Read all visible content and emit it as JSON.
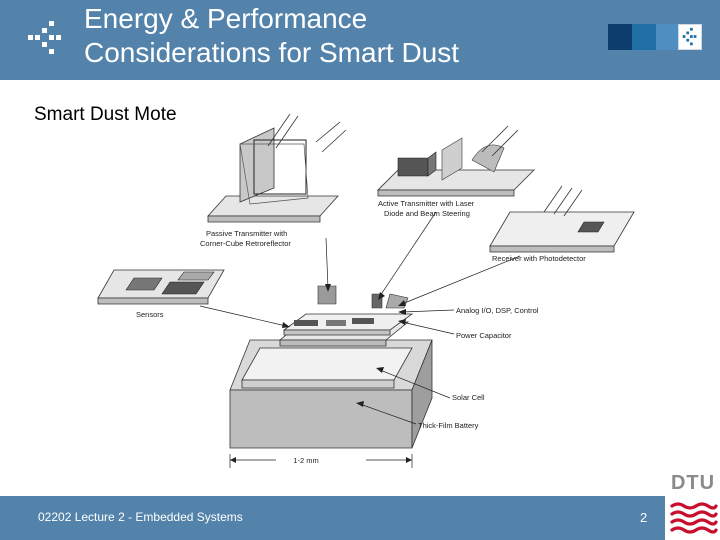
{
  "slide": {
    "title_line1": "Energy & Performance",
    "title_line2": "Considerations for Smart Dust",
    "subtitle": "Smart Dust Mote"
  },
  "diagram": {
    "labels": {
      "passive_tx_1": "Passive Transmitter with",
      "passive_tx_2": "Corner-Cube Retroreflector",
      "active_tx_1": "Active Transmitter with Laser",
      "active_tx_2": "Diode and Beam Steering",
      "receiver": "Receiver with Photodetector",
      "sensors": "Sensors",
      "analog": "Analog I/O, DSP, Control",
      "power": "Power Capacitor",
      "solar": "Solar Cell",
      "battery": "Thick-Film Battery",
      "dimension": "1-2 mm"
    }
  },
  "footer": {
    "course": "02202 Lecture 2 - Embedded Systems",
    "page": "2"
  },
  "logo": {
    "text": "DTU"
  },
  "colors": {
    "header_blue": "#5383ab",
    "dtu_red": "#c8102e"
  }
}
